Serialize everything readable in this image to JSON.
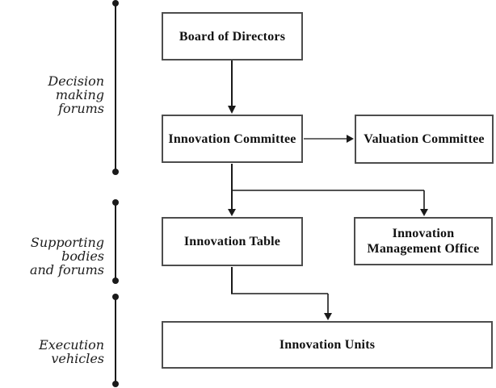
{
  "figure": {
    "background": "#ffffff",
    "line_color": "#1a1a1a",
    "box_border_color": "#4d4d4d",
    "box_fill": "#ffffff",
    "text_color": "#111111"
  },
  "sections": [
    {
      "id": "decision-making-forums",
      "line1": "Decision making",
      "line2": "forums"
    },
    {
      "id": "supporting-bodies-and-forums",
      "line1": "Supporting bodies",
      "line2": "and forums"
    },
    {
      "id": "execution-vehicles",
      "line1": "Execution vehicles",
      "line2": ""
    }
  ],
  "boxes": {
    "board": {
      "label": "Board of Directors"
    },
    "innovation_committee": {
      "label": "Innovation Committee"
    },
    "valuation_committee": {
      "label": "Valuation Committee"
    },
    "innovation_table": {
      "label": "Innovation Table"
    },
    "innovation_management_office": {
      "label": "Innovation Management Office",
      "line1": "Innovation",
      "line2": "Management Office"
    },
    "innovation_units": {
      "label": "Innovation Units"
    }
  },
  "connectors": [
    {
      "from": "Board of Directors",
      "to": "Innovation Committee",
      "style": "arrow-down"
    },
    {
      "from": "Innovation Committee",
      "to": "Valuation Committee",
      "style": "arrow-right"
    },
    {
      "from": "Innovation Committee",
      "to": "Innovation Table",
      "style": "arrow-down"
    },
    {
      "from": "Innovation Committee",
      "to": "Innovation Management Office",
      "style": "elbow-arrow-down"
    },
    {
      "from": "Innovation Table",
      "to": "Innovation Units",
      "style": "elbow-arrow-down"
    }
  ]
}
